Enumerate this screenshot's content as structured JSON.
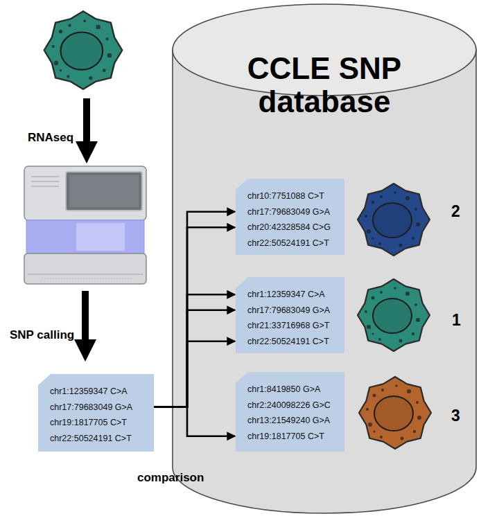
{
  "diagram": {
    "nodes": [
      {
        "text": [
          "CCLE SNP database"
        ]
      },
      {
        "text": [
          "chr10:7751088 C>T",
          "chr17:79683049 G>A",
          "chr20:42328584 C>G",
          "chr22:50524191 C>T"
        ],
        "in": 0
      },
      {
        "text": [
          "chr1:12359347 C>A",
          "chr17:79683049 G>A",
          "chr21:33716968 G>T",
          "chr22:50524191 C>T"
        ],
        "in": 0
      },
      {
        "text": [
          "chr1:8419850 G>A",
          "chr2:240098226 G>C",
          "chr13:21549240 G>A",
          "chr19:1817705 C>T"
        ],
        "in": 0
      },
      {
        "text": [
          "chr1:12359347 C>A",
          "chr17:79683049 G>A",
          "chr19:1817705 C>T",
          "chr22:50524191 C>T"
        ]
      }
    ],
    "edges": [
      {
        "from": 4,
        "to": 1,
        "arrow": "to"
      },
      {
        "from": 4,
        "to": 1,
        "arrow": "to"
      },
      {
        "from": 4,
        "to": 2,
        "arrow": "to"
      },
      {
        "from": 4,
        "to": 2,
        "arrow": "to"
      },
      {
        "from": 4,
        "to": 2,
        "arrow": "to"
      },
      {
        "from": 4,
        "to": 3,
        "arrow": "to"
      }
    ],
    "labels": [
      "RNAseq",
      "SNP calling",
      "comparison",
      "2",
      "1",
      "3"
    ]
  }
}
